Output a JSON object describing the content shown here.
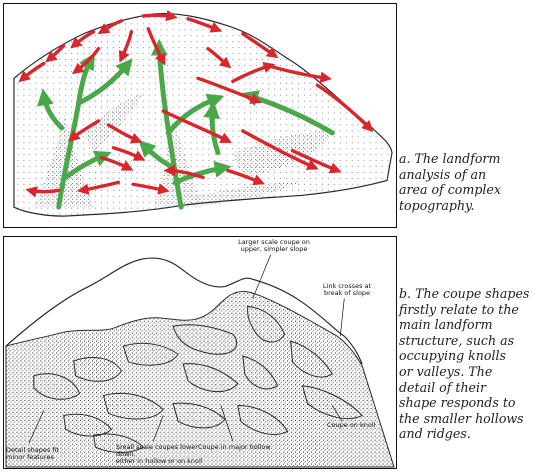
{
  "panel_a": {
    "caption": "a. The landform\n    analysis of an\n    area of complex\n    topography."
  },
  "panel_b": {
    "caption": "b. The coupe shapes\n    firstly relate to the\n    main landform\n    structure, such as\n    occupying knolls\n    or valleys. The\n    detail of their\n    shape responds to\n    the smaller hollows\n    and ridges.",
    "labels": {
      "larger_coupe": "Larger scale coupe on\nupper, simpler slope",
      "link": "Link crosses at\nbreak of slope",
      "coupe_on_knoll": "Coupe on knoll",
      "coupe_in_hollow": "Coupe in major hollow",
      "small_coupes": "Small scale coupes lower down,\neither in hollow or on knoll",
      "detail_shapes": "Detail shapes fit\nminor features"
    }
  },
  "colors": {
    "ridge_arrow": "#d8262c",
    "valley_arrow": "#4aa84a",
    "outline": "#2a2a2a",
    "stipple": "#3a3a3a"
  }
}
